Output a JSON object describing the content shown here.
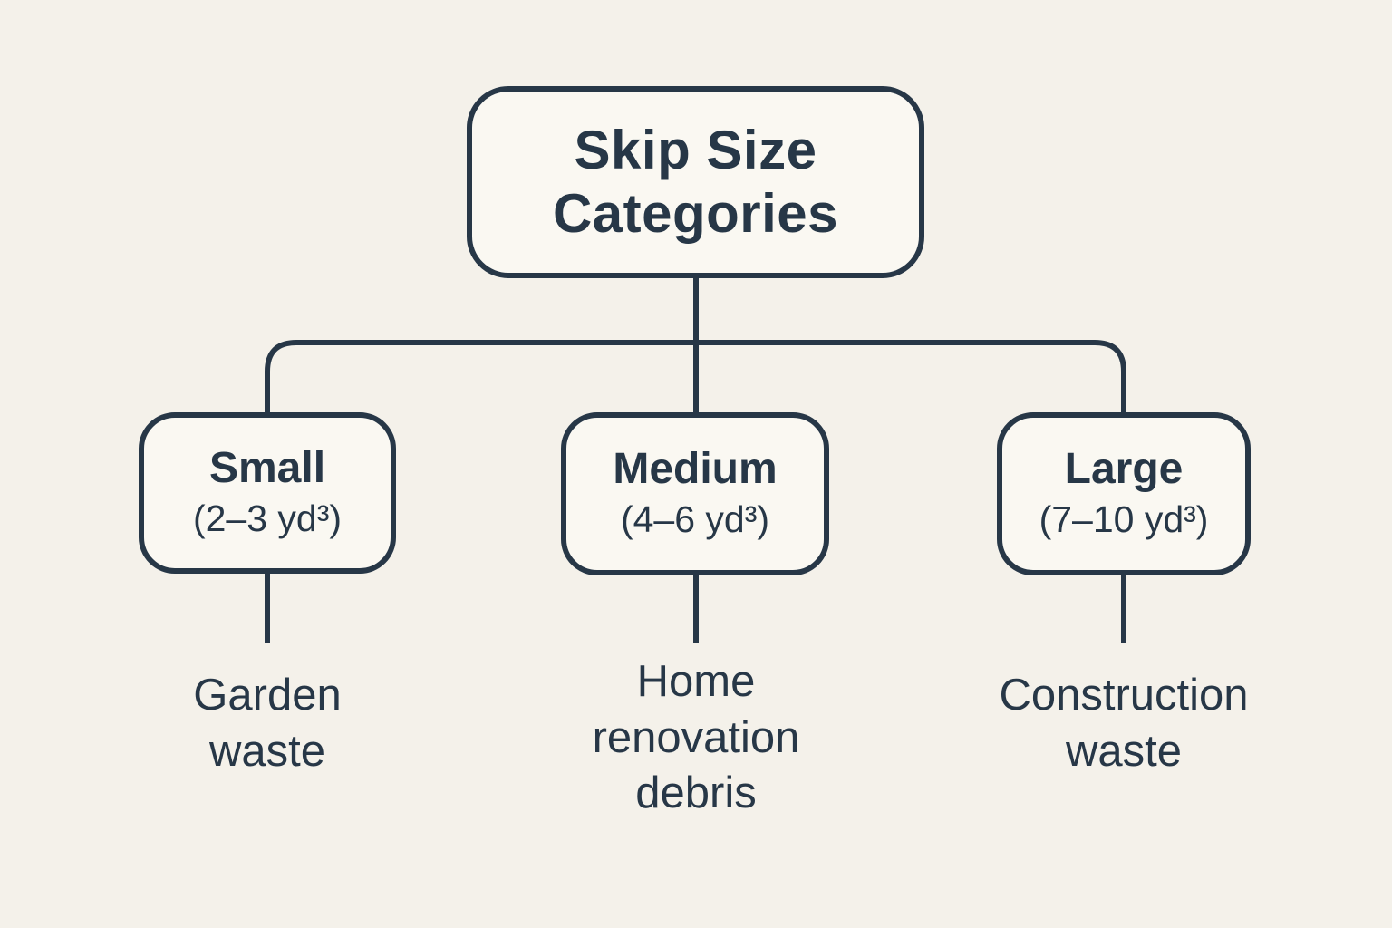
{
  "diagram": {
    "root": {
      "title": "Skip Size Categories"
    },
    "branches": [
      {
        "name": "Small",
        "capacity": "(2–3 yd³)",
        "description": "Garden waste"
      },
      {
        "name": "Medium",
        "capacity": "(4–6 yd³)",
        "description": "Home renovation debris"
      },
      {
        "name": "Large",
        "capacity": "(7–10 yd³)",
        "description": "Construction waste"
      }
    ],
    "colors": {
      "line": "#273747",
      "text": "#273747",
      "background": "#f4f1ea",
      "node_fill": "#faf8f2"
    }
  }
}
